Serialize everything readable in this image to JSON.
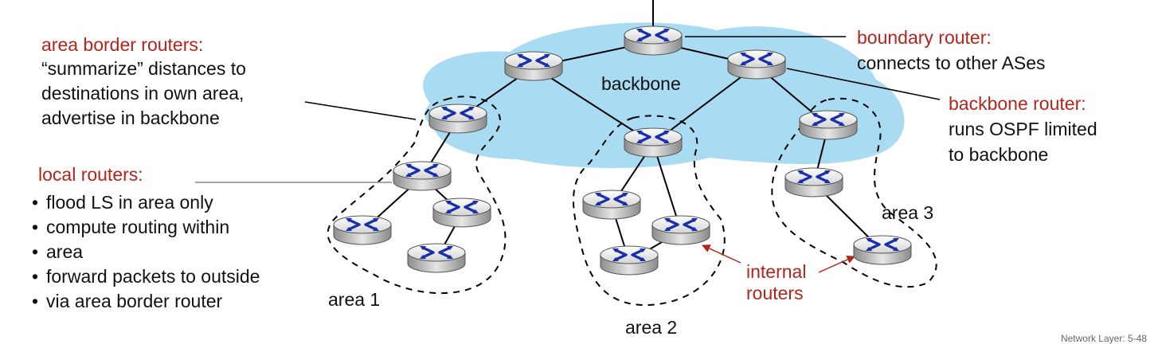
{
  "colors": {
    "backbone_fill": "#a9dcf3",
    "label_red": "#b3251b",
    "text": "#111111",
    "router_icon": "#1a2faa"
  },
  "icons": {
    "router": "router-icon"
  },
  "labels": {
    "area_border_title": "area border routers:",
    "area_border_lines": [
      "“summarize” distances  to",
      "destinations in own area,",
      "advertise in backbone"
    ],
    "local_title": "local routers:",
    "local_bullets": [
      "flood LS in area only",
      "compute routing within",
      "area",
      "forward packets to outside",
      "via area border router"
    ],
    "boundary_title": "boundary router:",
    "boundary_desc": "connects to other ASes",
    "backbone_router_title": "backbone router:",
    "backbone_router_lines": [
      "runs OSPF limited",
      "to backbone"
    ],
    "backbone": "backbone",
    "area1": "area 1",
    "area2": "area 2",
    "area3": "area 3",
    "internal_routers": [
      "internal",
      "routers"
    ],
    "footer": "Network Layer: 5-48"
  }
}
